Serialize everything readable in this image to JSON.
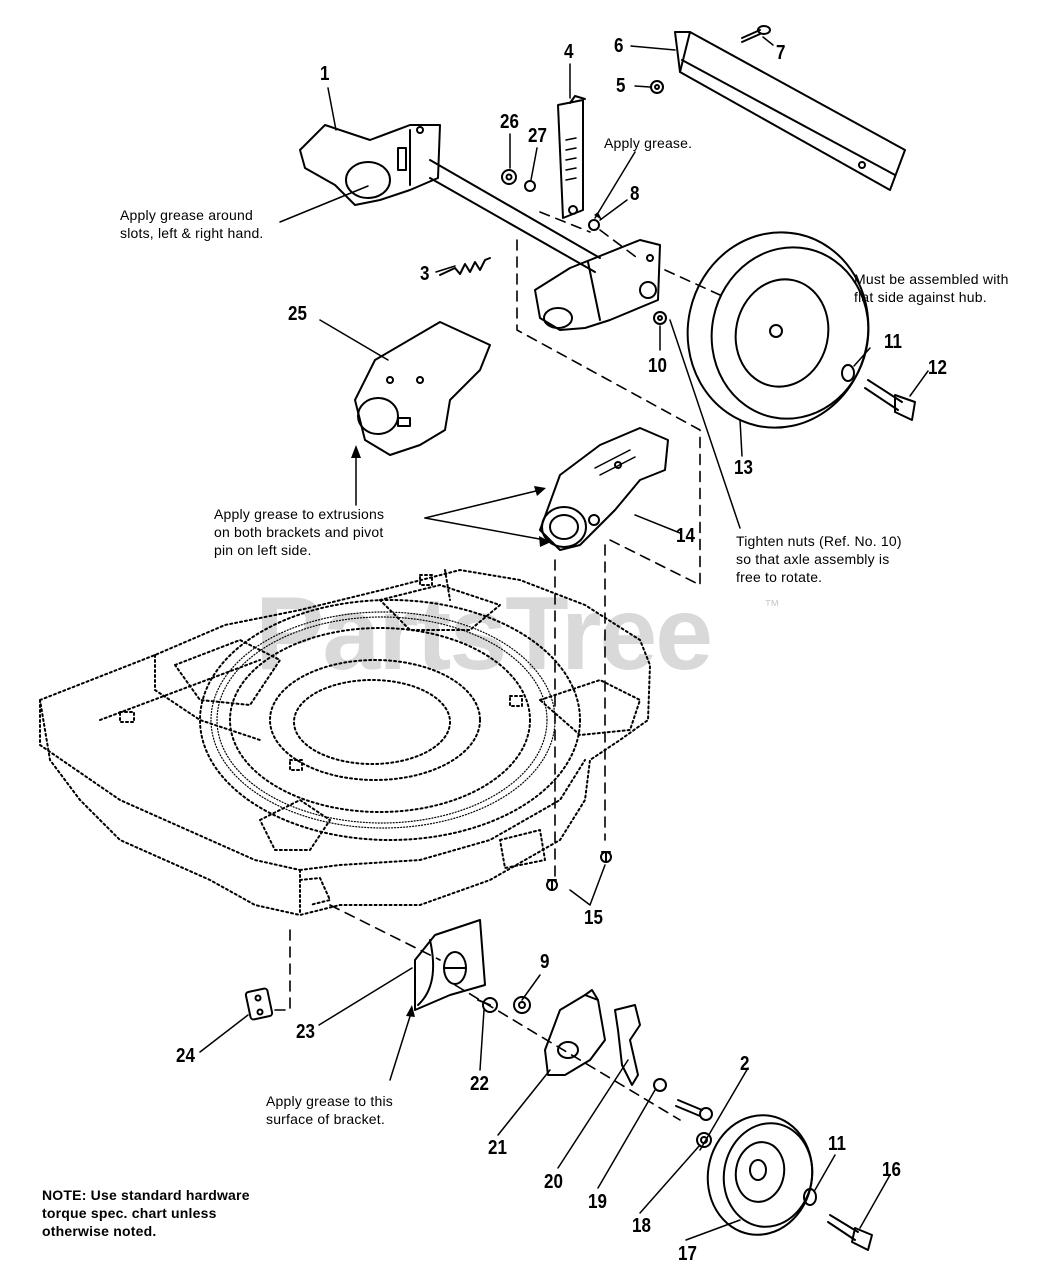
{
  "watermark": {
    "text": "PartsTree",
    "tm": "™"
  },
  "callouts": {
    "n1": "1",
    "n2": "2",
    "n3": "3",
    "n4": "4",
    "n5": "5",
    "n6": "6",
    "n7": "7",
    "n8": "8",
    "n9": "9",
    "n10": "10",
    "n11a": "11",
    "n11b": "11",
    "n12": "12",
    "n13": "13",
    "n14": "14",
    "n15": "15",
    "n16": "16",
    "n17": "17",
    "n18": "18",
    "n19": "19",
    "n20": "20",
    "n21": "21",
    "n22": "22",
    "n23": "23",
    "n24": "24",
    "n25": "25",
    "n26": "26",
    "n27": "27"
  },
  "notes": {
    "grease_slots_1": "Apply grease around",
    "grease_slots_2": "slots, left & right hand.",
    "apply_grease": "Apply grease.",
    "flat_side_1": "Must be assembled with",
    "flat_side_2": "flat side against hub.",
    "extrusions_1": "Apply grease to extrusions",
    "extrusions_2": "on both brackets and pivot",
    "extrusions_3": "pin on left side.",
    "tighten_1": "Tighten nuts (Ref. No. 10)",
    "tighten_2": "so that axle assembly is",
    "tighten_3": "free to rotate.",
    "bracket_1": "Apply grease to this",
    "bracket_2": "surface of bracket.",
    "footer_1": "NOTE: Use standard hardware",
    "footer_2": "torque spec. chart unless",
    "footer_3": "otherwise noted."
  }
}
